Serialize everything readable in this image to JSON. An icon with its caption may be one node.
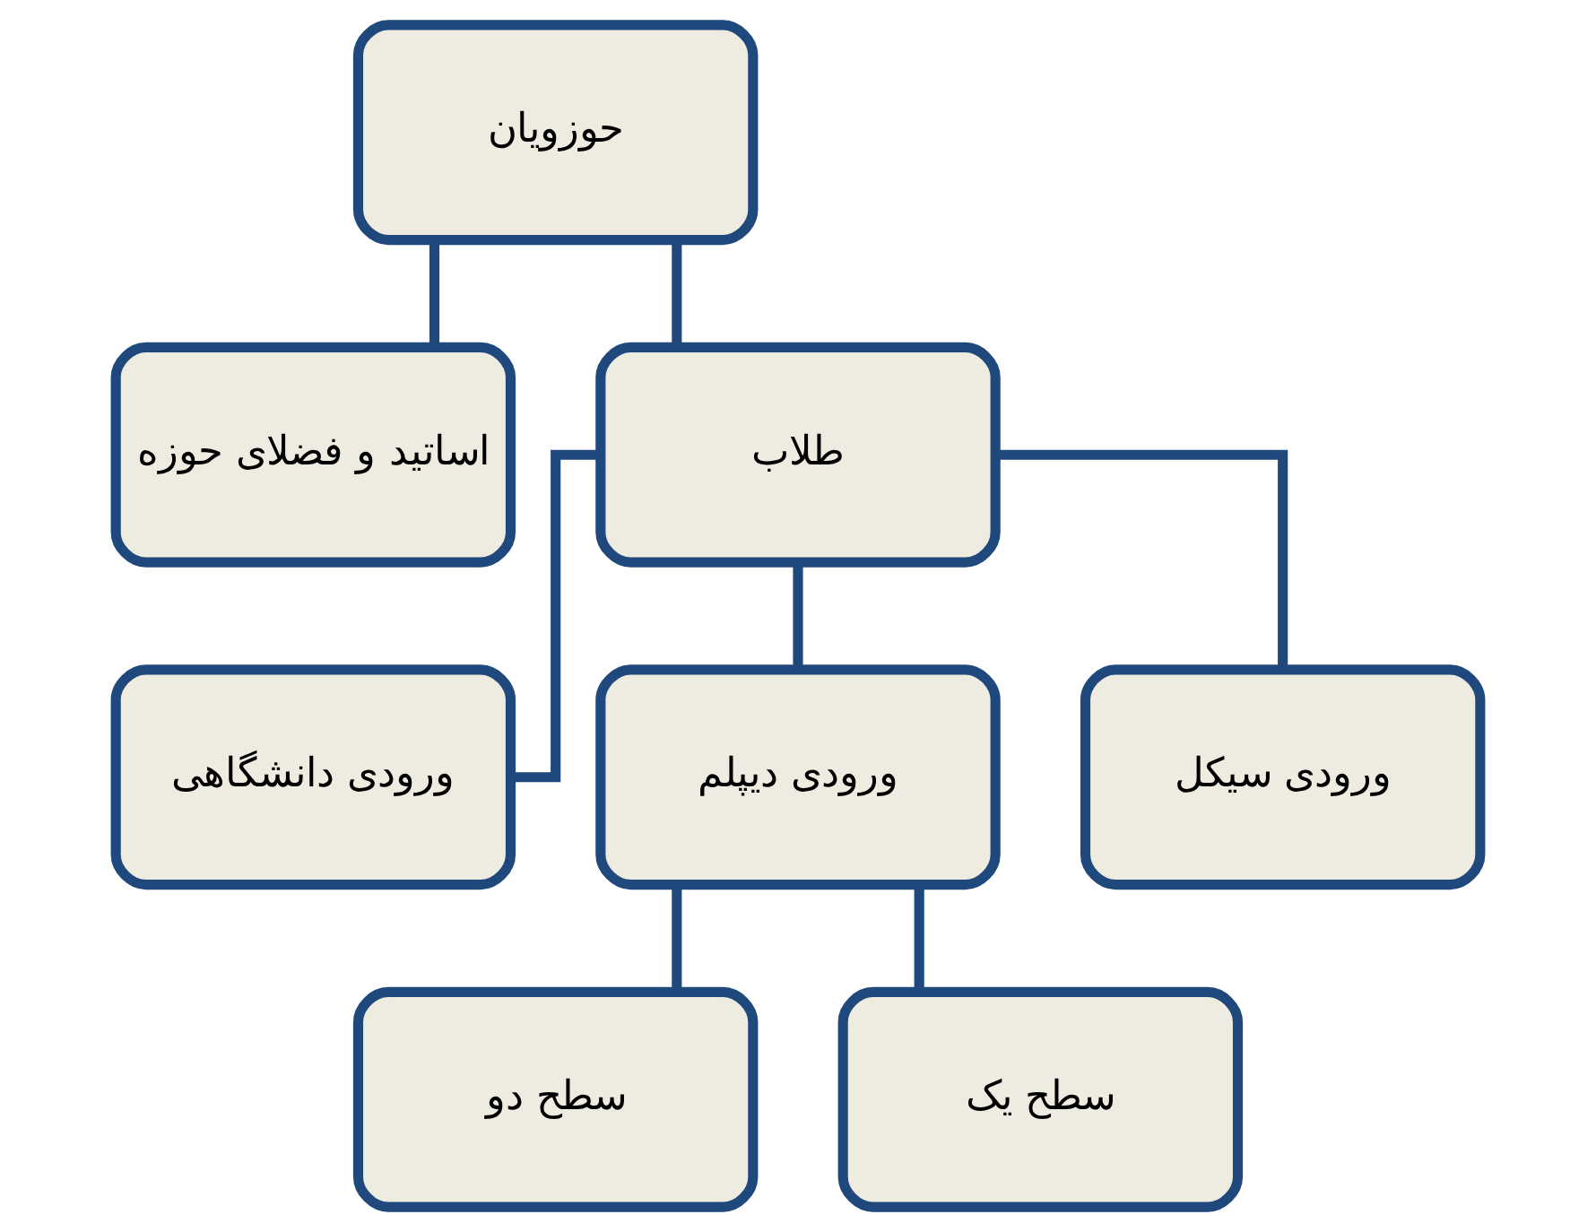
{
  "diagram": {
    "nodes": [
      {
        "text": [
          "حوزویان"
        ]
      },
      {
        "text": [
          "اساتید و فضلای حوزه"
        ]
      },
      {
        "text": [
          "طلاب"
        ]
      },
      {
        "text": [
          "ورودی دانشگاهی"
        ]
      },
      {
        "text": [
          "ورودی دیپلم"
        ]
      },
      {
        "text": [
          "ورودی سیکل"
        ]
      },
      {
        "text": [
          "سطح دو"
        ]
      },
      {
        "text": [
          "سطح یک"
        ]
      }
    ],
    "edges": [
      {
        "from": 0,
        "to": 1,
        "arrow": "none"
      },
      {
        "from": 0,
        "to": 2,
        "arrow": "none"
      },
      {
        "from": 2,
        "to": 3,
        "arrow": "none"
      },
      {
        "from": 2,
        "to": 4,
        "arrow": "none"
      },
      {
        "from": 2,
        "to": 5,
        "arrow": "none"
      },
      {
        "from": 4,
        "to": 6,
        "arrow": "none"
      },
      {
        "from": 4,
        "to": 7,
        "arrow": "none"
      }
    ]
  }
}
